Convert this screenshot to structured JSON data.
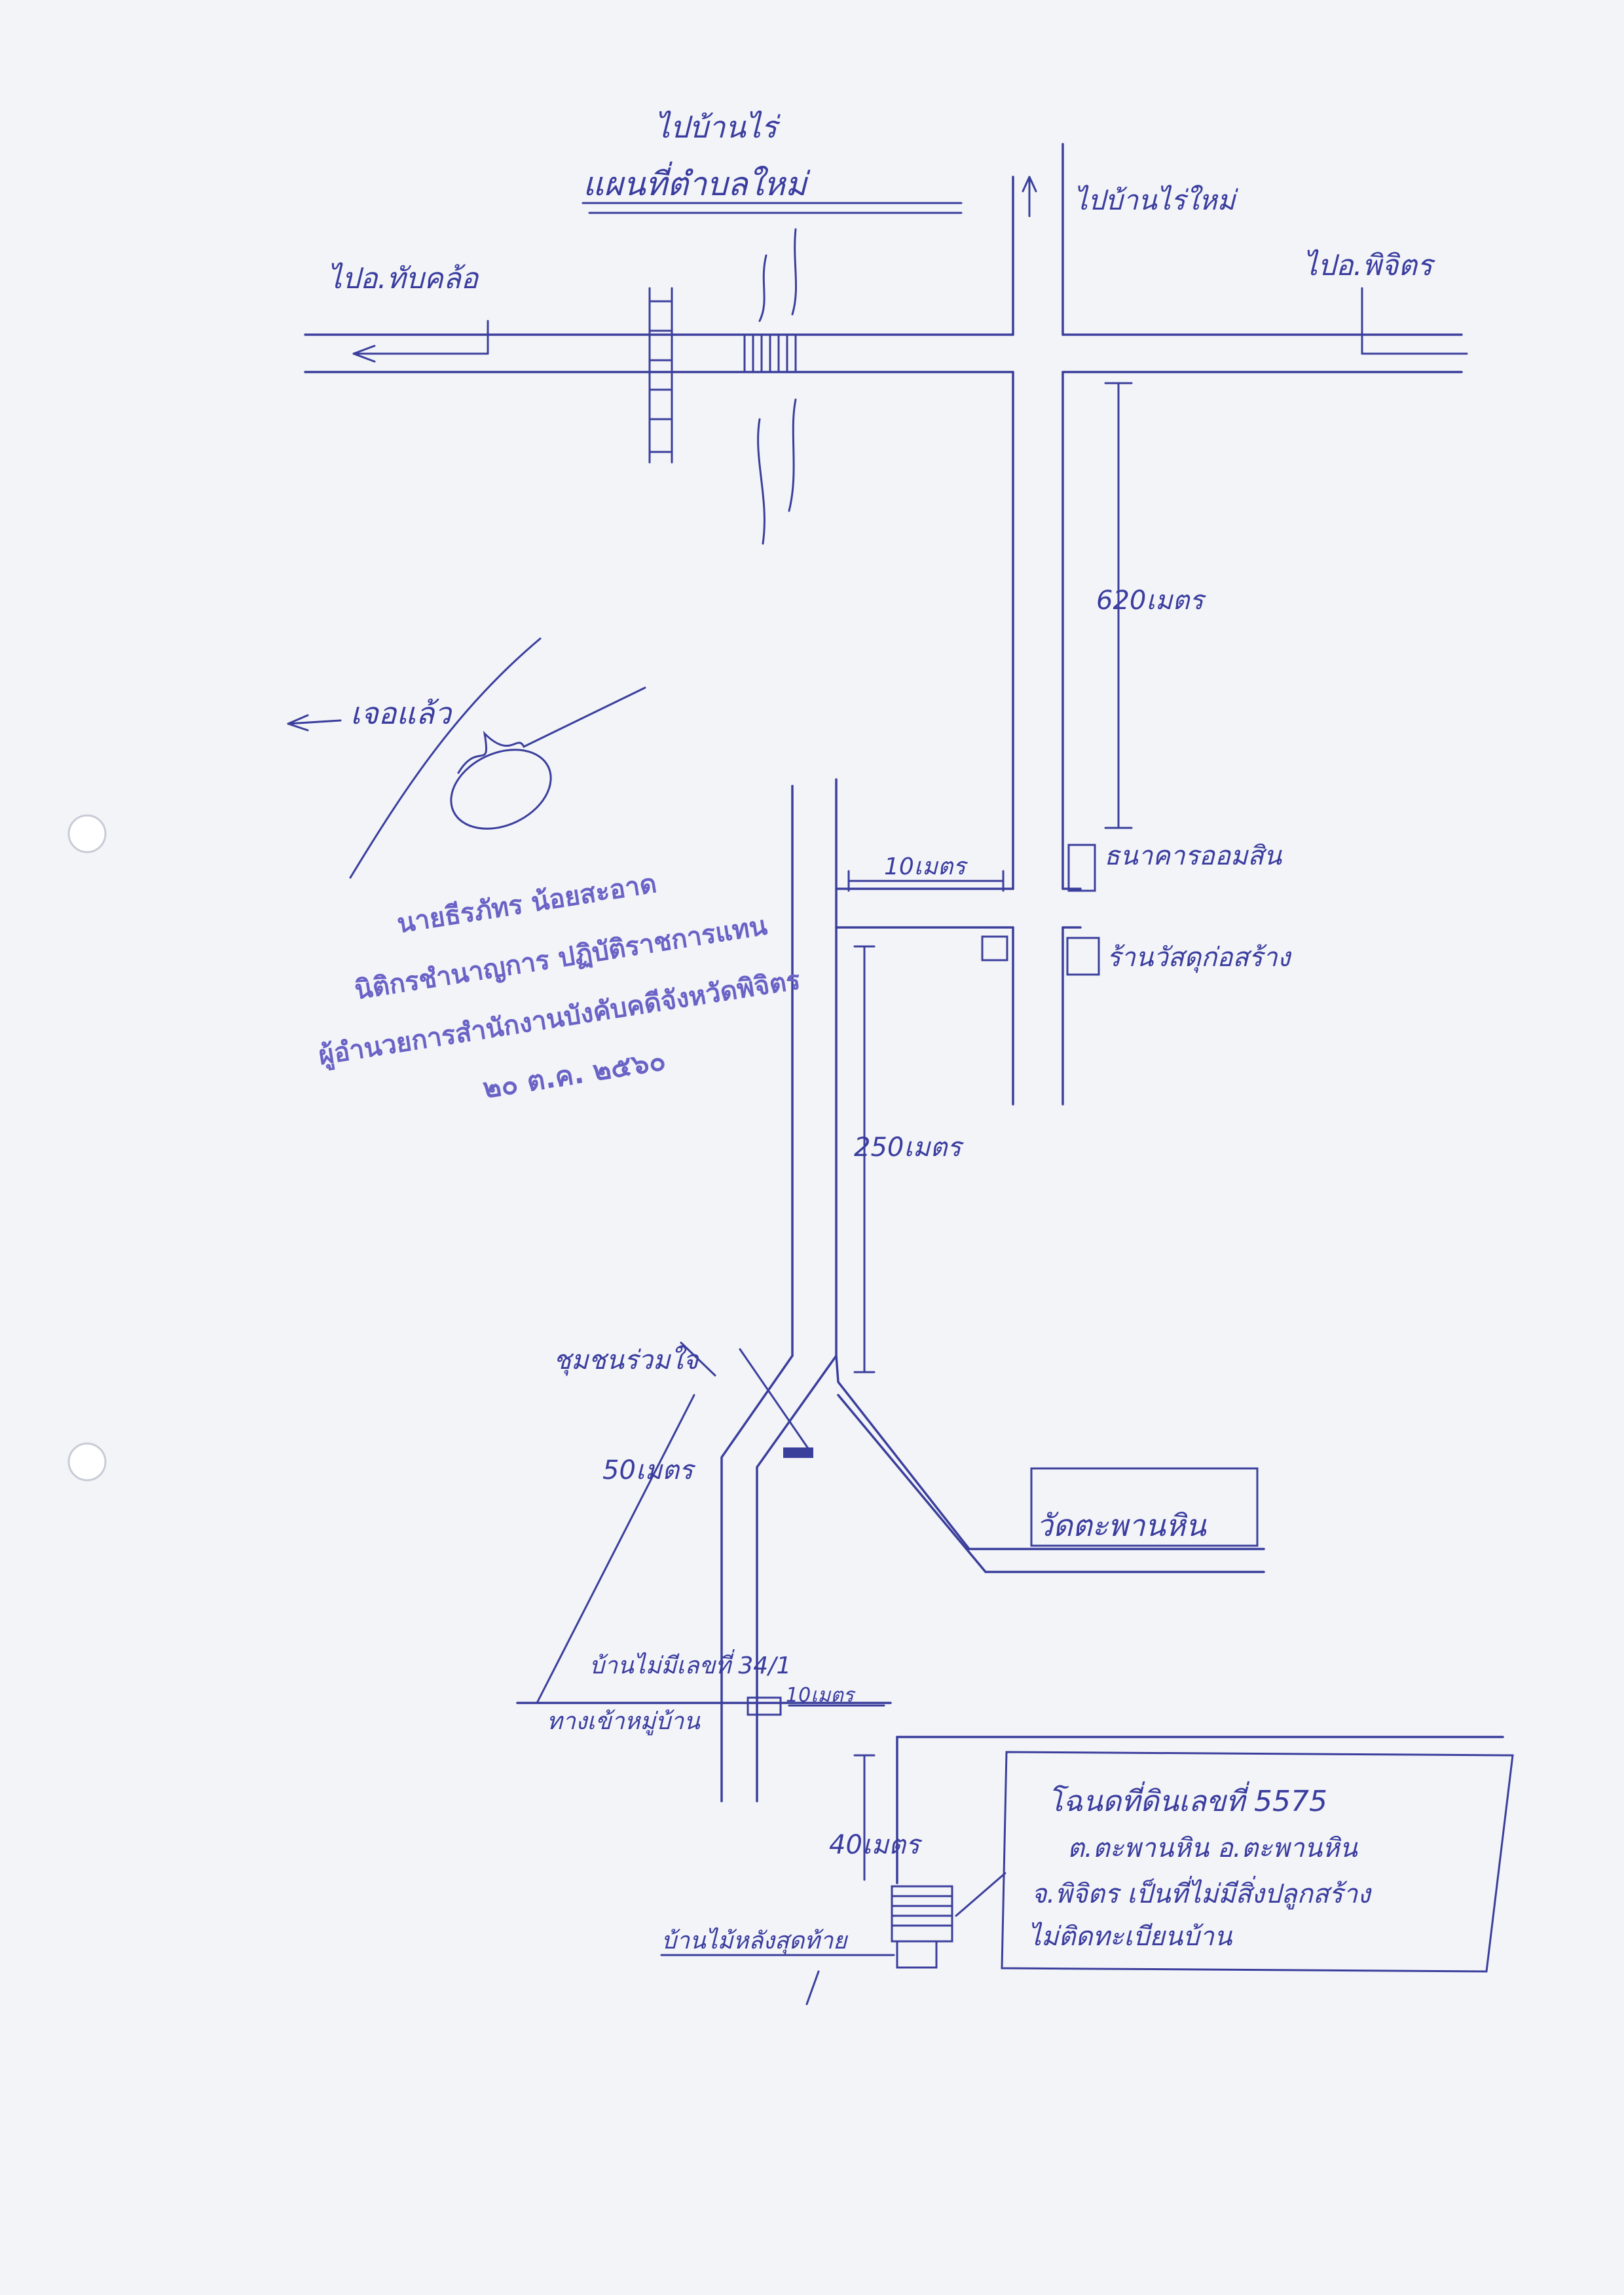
{
  "labels": {
    "title_top": "ไปบ้านไร่",
    "title": "แผนที่ตำบลใหม่",
    "to_thap_khlo": "ไปอ.ทับคล้อ",
    "to_ban_rai_mai": "ไปบ้านไร่ใหม่",
    "to_phichit": "ไปอ.พิจิตร",
    "dist_620": "620เมตร",
    "dist_10_upper": "10เมตร",
    "dist_250": "250เมตร",
    "dist_50": "50เมตร",
    "dist_10_lower": "10เมตร",
    "dist_40": "40เมตร",
    "pharmacy": "ธนาคารออมสิน",
    "shop": "ร้านวัสดุก่อสร้าง",
    "community": "ชุมชนร่วมใจ",
    "temple": "วัดตะพานหิน",
    "house_34": "บ้านไม่มีเลขที่ 34/1",
    "lane": "ทางเข้าหมู่บ้าน",
    "house_back": "บ้านไม้หลังสุดท้าย",
    "margin_note": "เจอแล้ว"
  },
  "deed_note": {
    "line1": "โฉนดที่ดินเลขที่ 5575",
    "line2": "ต.ตะพานหิน อ.ตะพานหิน",
    "line3": "จ.พิจิตร เป็นที่ไม่มีสิ่งปลูกสร้าง",
    "line4": "ไม่ติดทะเบียนบ้าน"
  },
  "stamp": {
    "name": "นายธีรภัทร น้อยสะอาด",
    "position": "นิติกรชำนาญการ ปฏิบัติราชการแทน",
    "office": "ผู้อำนวยการสำนักงานบังคับคดีจังหวัดพิจิตร",
    "date": "๒๐ ต.ค. ๒๕๖๐"
  },
  "colors": {
    "ink": "#3a3d9e",
    "stamp_ink": "#6a63c6",
    "paper": "#f3f4f8"
  }
}
